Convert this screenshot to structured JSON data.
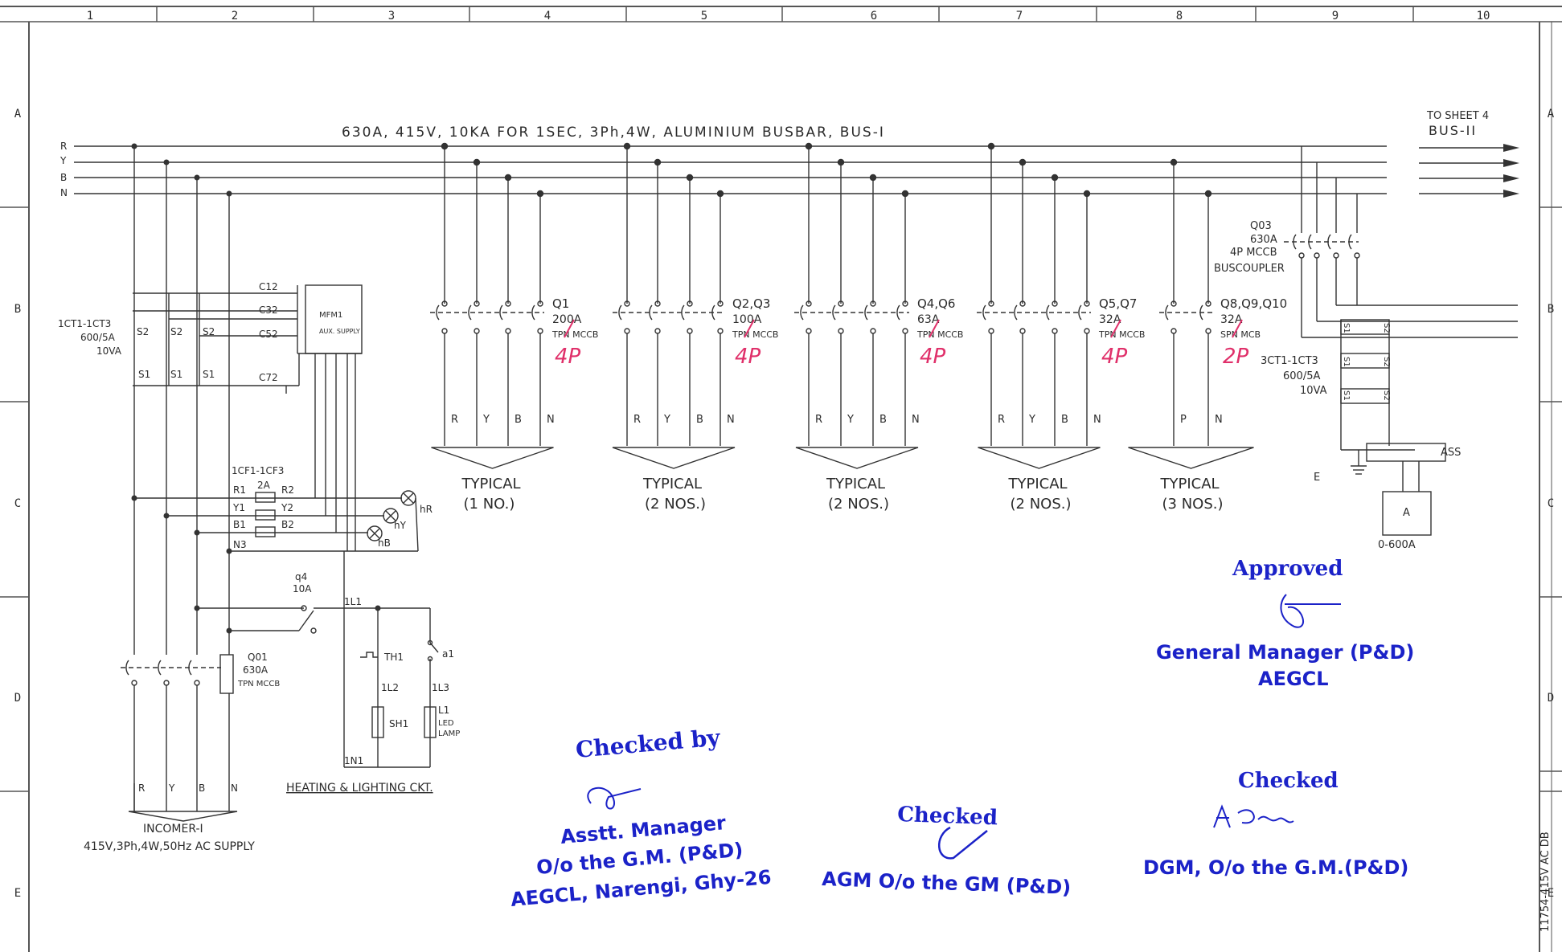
{
  "border": {
    "cols": [
      "1",
      "2",
      "3",
      "4",
      "5",
      "6",
      "7",
      "8",
      "9",
      "10"
    ],
    "rows": [
      "A",
      "B",
      "C",
      "D",
      "E"
    ],
    "drawing_no": "11754-415V AC DB"
  },
  "busbar": {
    "title": "630A, 415V, 10KA FOR 1SEC, 3Ph,4W, ALUMINIUM BUSBAR, BUS-I",
    "phases": [
      "R",
      "Y",
      "B",
      "N"
    ],
    "to_sheet": "TO SHEET 4",
    "bus2": "BUS-II"
  },
  "feeders": [
    {
      "id": "Q1",
      "rating": "200A",
      "type": "TPN MCCB",
      "poles": "4P",
      "phases": [
        "R",
        "Y",
        "B",
        "N"
      ],
      "typical": "TYPICAL",
      "qty": "(1 NO.)"
    },
    {
      "id": "Q2,Q3",
      "rating": "100A",
      "type": "TPN MCCB",
      "poles": "4P",
      "phases": [
        "R",
        "Y",
        "B",
        "N"
      ],
      "typical": "TYPICAL",
      "qty": "(2 NOS.)"
    },
    {
      "id": "Q4,Q6",
      "rating": "63A",
      "type": "TPN MCCB",
      "poles": "4P",
      "phases": [
        "R",
        "Y",
        "B",
        "N"
      ],
      "typical": "TYPICAL",
      "qty": "(2 NOS.)"
    },
    {
      "id": "Q5,Q7",
      "rating": "32A",
      "type": "TPN MCCB",
      "poles": "4P",
      "phases": [
        "R",
        "Y",
        "B",
        "N"
      ],
      "typical": "TYPICAL",
      "qty": "(2 NOS.)"
    },
    {
      "id": "Q8,Q9,Q10",
      "rating": "32A",
      "type": "SPN MCB",
      "poles": "2P",
      "phases": [
        "P",
        "N"
      ],
      "typical": "TYPICAL",
      "qty": "(3 NOS.)"
    }
  ],
  "buscoupler": {
    "id": "Q03",
    "rating": "630A",
    "type": "4P MCCB",
    "label": "BUSCOUPLER"
  },
  "ct3": {
    "id": "3CT1-1CT3",
    "ratio": "600/5A",
    "burden": "10VA",
    "s1": "S1",
    "s2": "S2"
  },
  "ammeter": {
    "switch": "ASS",
    "meter": "A",
    "range": "0-600A",
    "earth": "E"
  },
  "incomer": {
    "ct": {
      "id": "1CT1-1CT3",
      "ratio": "600/5A",
      "burden": "10VA",
      "s1": "S1",
      "s2": "S2"
    },
    "mfm": {
      "name": "MFM1",
      "aux": "AUX. SUPPLY",
      "c12": "C12",
      "c32": "C32",
      "c52": "C52",
      "c72": "C72"
    },
    "fuses": {
      "id": "1CF1-1CF3",
      "rating": "2A",
      "r1": "R1",
      "r2": "R2",
      "y1": "Y1",
      "y2": "Y2",
      "b1": "B1",
      "b2": "B2",
      "n3": "N3"
    },
    "lamps": {
      "hR": "hR",
      "hY": "hY",
      "hB": "hB"
    },
    "breaker": {
      "id": "Q01",
      "rating": "630A",
      "type": "TPN MCCB"
    },
    "phases": [
      "R",
      "Y",
      "B",
      "N"
    ],
    "title": "INCOMER-I",
    "supply": "415V,3Ph,4W,50Hz AC SUPPLY"
  },
  "heating": {
    "q4": "q4",
    "q4_rating": "10A",
    "l1": "1L1",
    "th1": "TH1",
    "a1": "a1",
    "l2": "1L2",
    "l3": "1L3",
    "sh1": "SH1",
    "lamp_id": "L1",
    "lamp_l1": "LED",
    "lamp_l2": "LAMP",
    "n1": "1N1",
    "title": "HEATING & LIGHTING CKT."
  },
  "stamps": {
    "approved": "Approved",
    "gm": "General Manager (P&D)",
    "aegcl": "AEGCL",
    "checked_by": "Checked by",
    "asstt": "Asstt. Manager",
    "olo": "O/o the G.M. (P&D)",
    "addr": "AEGCL, Narengi, Ghy-26",
    "checked_agm": "Checked",
    "agm": "AGM O/o the GM (P&D)",
    "checked_dgm": "Checked",
    "dgm": "DGM, O/o the G.M.(P&D)"
  }
}
